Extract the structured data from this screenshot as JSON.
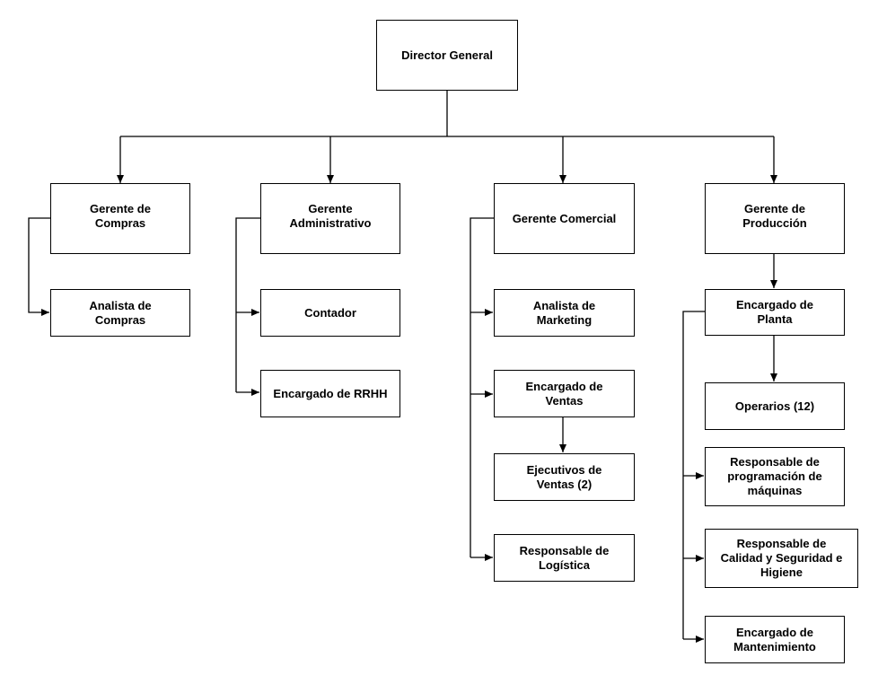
{
  "nodes": {
    "director": "Director General",
    "gerente_compras": "Gerente de\nCompras",
    "gerente_administrativo": "Gerente\nAdministrativo",
    "gerente_comercial": "Gerente Comercial",
    "gerente_produccion": "Gerente de\nProducción",
    "analista_compras": "Analista de\nCompras",
    "contador": "Contador",
    "encargado_rrhh": "Encargado de RRHH",
    "analista_marketing": "Analista de\nMarketing",
    "encargado_ventas": "Encargado de\nVentas",
    "ejecutivos_ventas": "Ejecutivos de\nVentas (2)",
    "responsable_logistica": "Responsable de\nLogística",
    "encargado_planta": "Encargado de\nPlanta",
    "operarios": "Operarios (12)",
    "responsable_programacion": "Responsable de\nprogramación de\nmáquinas",
    "responsable_calidad": "Responsable de\nCalidad y Seguridad e\nHigiene",
    "encargado_mantenimiento": "Encargado de\nMantenimiento"
  }
}
